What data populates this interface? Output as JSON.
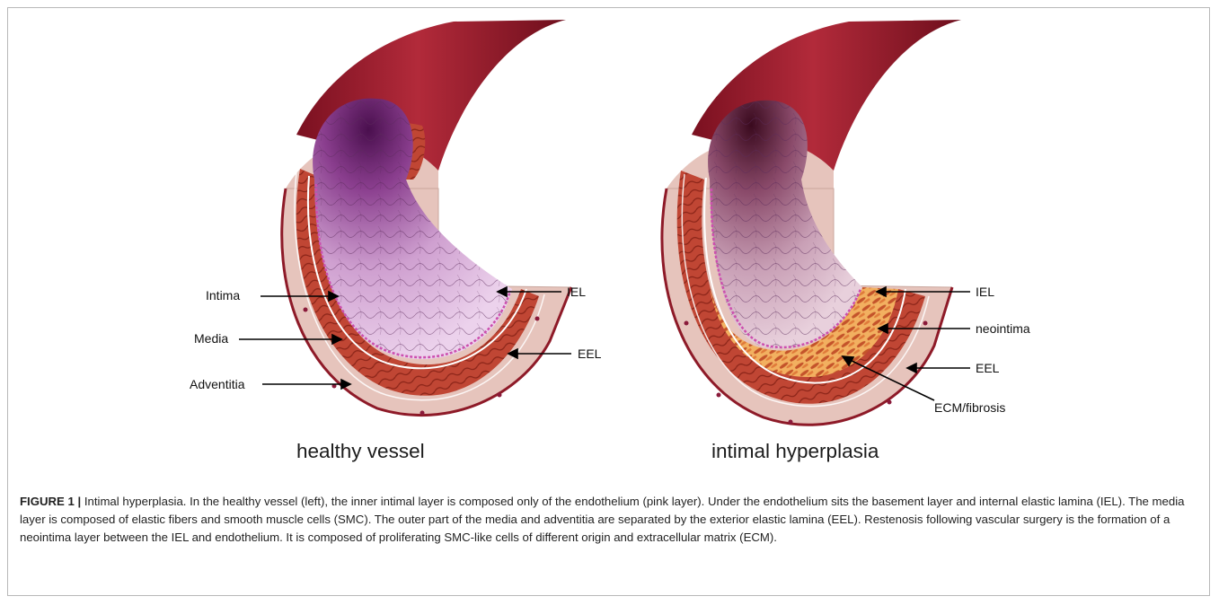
{
  "panels": [
    {
      "title": "healthy vessel",
      "labels": {
        "intima": "Intima",
        "media": "Media",
        "adventitia": "Adventitia",
        "iel": "IEL",
        "eel": "EEL"
      }
    },
    {
      "title": "intimal hyperplasia",
      "labels": {
        "iel": "IEL",
        "neointima": "neointima",
        "eel": "EEL",
        "ecm": "ECM/fibrosis"
      }
    }
  ],
  "caption": {
    "figure_label": "FIGURE 1 |",
    "text": " Intimal hyperplasia. In the healthy vessel (left), the inner intimal layer is composed only of the endothelium (pink layer). Under the endothelium sits the basement layer and internal elastic lamina (IEL). The media layer is composed of elastic fibers and smooth muscle cells (SMC). The outer part of the media and adventitia are separated by the exterior elastic lamina (EEL). Restenosis following vascular surgery is the formation of a neointima layer between the IEL and endothelium. It is composed of proliferating SMC-like cells of different origin and extracellular matrix (ECM)."
  },
  "colors": {
    "vessel_wall": "#9e1e2e",
    "media": "#c44a3a",
    "adventitia": "#e8c8c0",
    "lumen_healthy": "#d9a6d6",
    "lumen_dark": "#5a1a5a",
    "neointima": "#e89a4a"
  }
}
